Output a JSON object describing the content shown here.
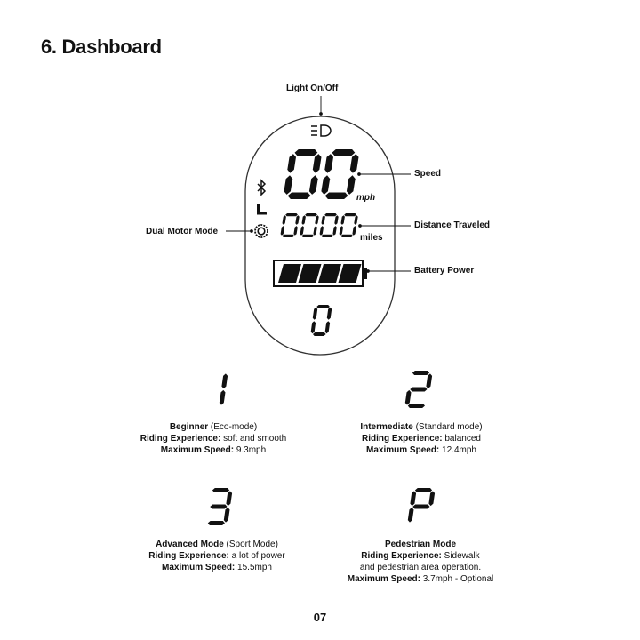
{
  "page_title": "6. Dashboard",
  "callouts": {
    "light": "Light On/Off",
    "speed": "Speed",
    "distance": "Distance Traveled",
    "battery": "Battery Power",
    "dual_motor": "Dual Motor Mode"
  },
  "display": {
    "speed_value": "00",
    "speed_unit": "mph",
    "distance_value": "0000",
    "distance_unit": "miles",
    "gear_value": "0",
    "battery_bars_filled": 4,
    "battery_bars_total": 4
  },
  "icons": [
    "headlight-icon",
    "bluetooth-icon",
    "kick-scooter-icon",
    "dual-motor-icon",
    "battery-icon"
  ],
  "modes": [
    {
      "digit": "1",
      "name": "Beginner",
      "name_suffix": " (Eco-mode)",
      "exp_label": "Riding Experience:",
      "exp_value": " soft and smooth",
      "speed_label": "Maximum Speed:",
      "speed_value": " 9.3mph"
    },
    {
      "digit": "2",
      "name": "Intermediate",
      "name_suffix": " (Standard mode)",
      "exp_label": "Riding Experience:",
      "exp_value": " balanced",
      "speed_label": "Maximum Speed:",
      "speed_value": " 12.4mph"
    },
    {
      "digit": "3",
      "name": "Advanced Mode",
      "name_suffix": " (Sport Mode)",
      "exp_label": "Riding Experience:",
      "exp_value": " a lot of power",
      "speed_label": "Maximum Speed:",
      "speed_value": " 15.5mph"
    },
    {
      "digit": "P",
      "name": "Pedestrian Mode",
      "name_suffix": "",
      "exp_label": "Riding Experience:",
      "exp_value": " Sidewalk",
      "exp_line2": "and pedestrian area operation.",
      "speed_label": "Maximum Speed:",
      "speed_value": " 3.7mph - Optional"
    }
  ],
  "page_number": "07",
  "colors": {
    "ink": "#111111",
    "outline": "#333333",
    "background": "#ffffff"
  }
}
